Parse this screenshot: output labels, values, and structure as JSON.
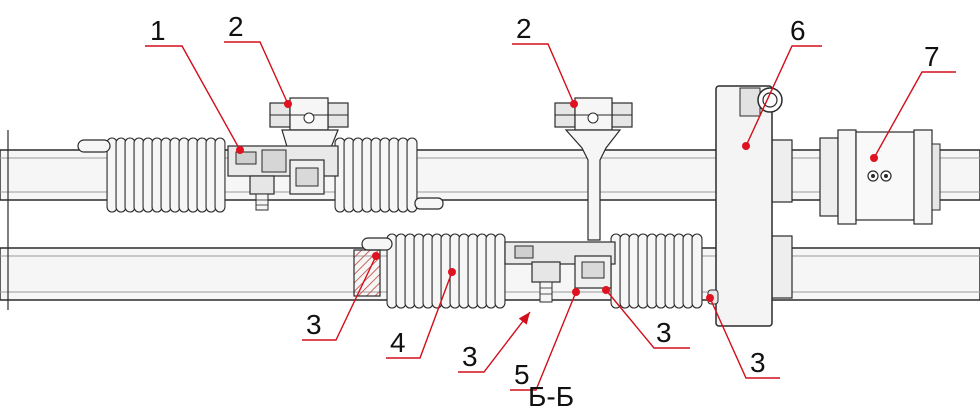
{
  "diagram": {
    "colors": {
      "line": "#2b2b2b",
      "fill": "#f6f6f6",
      "shade": "#d9d9d9",
      "leader": "#d20f1a",
      "marker": "#e0121f",
      "hatch": "#c9665f"
    },
    "callouts": [
      {
        "id": "c1",
        "label": "1"
      },
      {
        "id": "c2a",
        "label": "2"
      },
      {
        "id": "c2b",
        "label": "2"
      },
      {
        "id": "c3a",
        "label": "3"
      },
      {
        "id": "c3b",
        "label": "3"
      },
      {
        "id": "c3c",
        "label": "3"
      },
      {
        "id": "c3d",
        "label": "3"
      },
      {
        "id": "c4",
        "label": "4"
      },
      {
        "id": "c5",
        "label": "5"
      },
      {
        "id": "c6",
        "label": "6"
      },
      {
        "id": "c7",
        "label": "7"
      }
    ],
    "caption": "Б-Б"
  }
}
